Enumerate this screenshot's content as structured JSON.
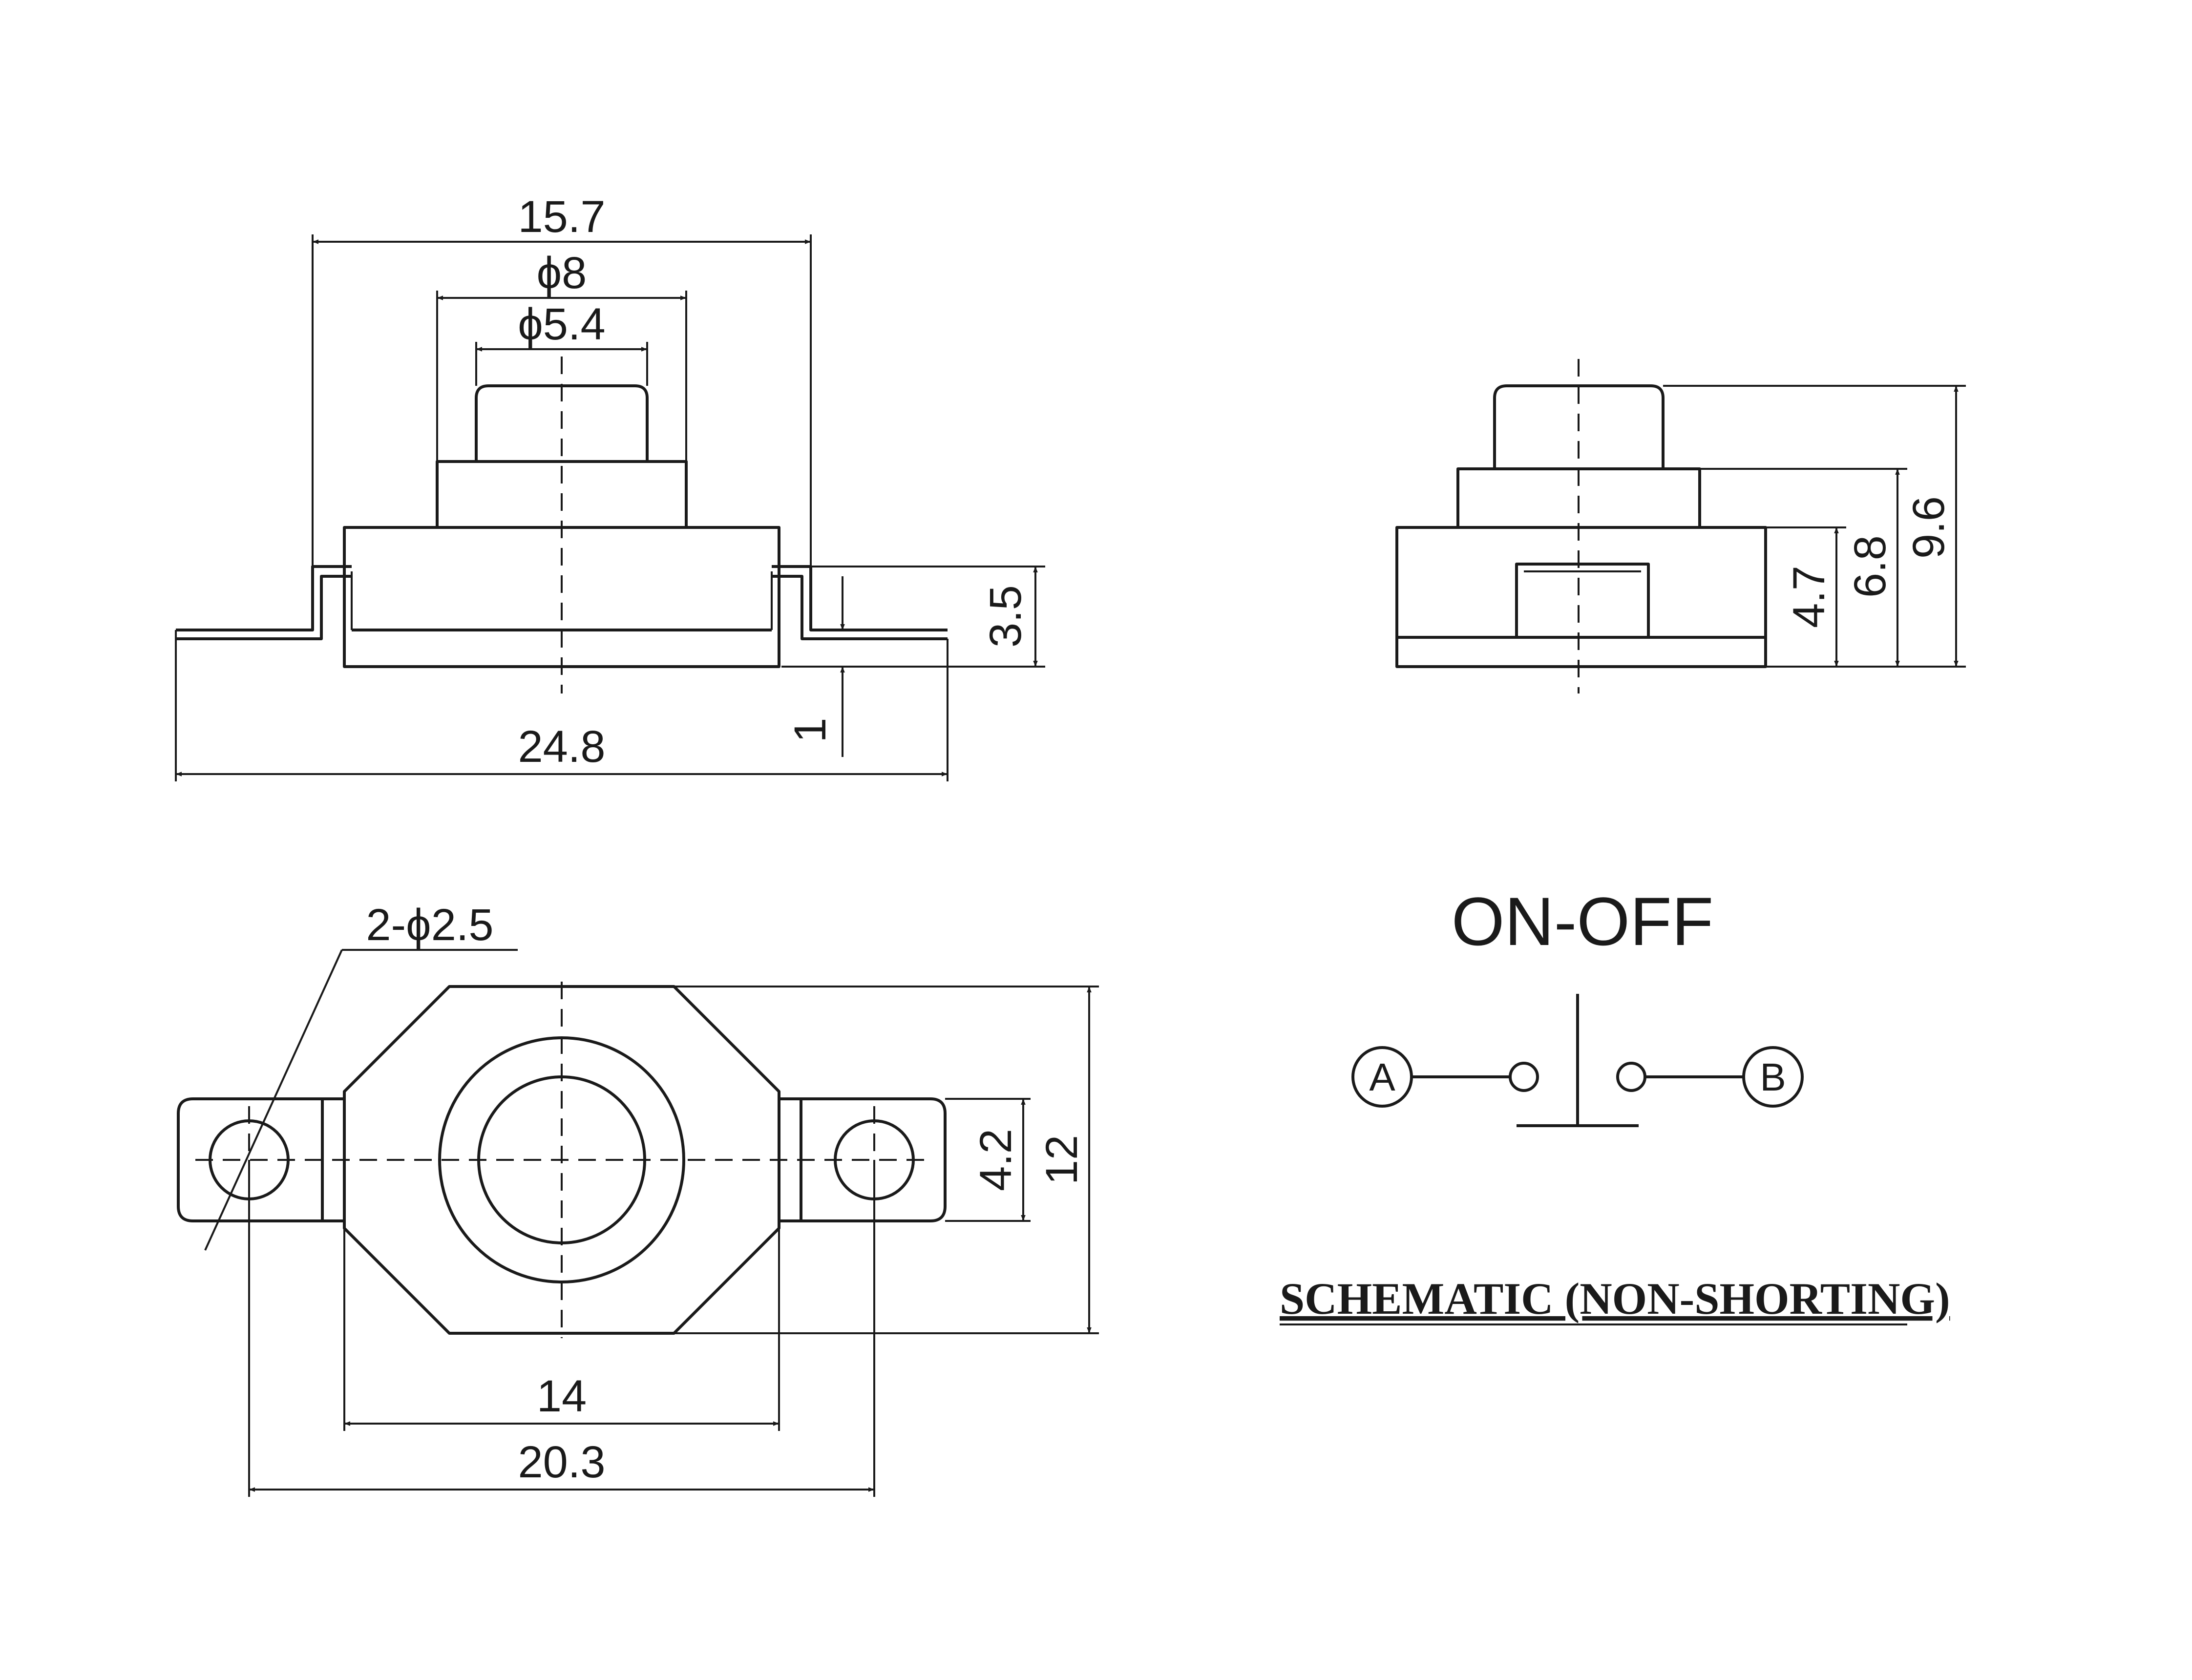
{
  "front_view": {
    "dim_overall_width": "15.7",
    "dim_cap_outer": "ϕ8",
    "dim_cap_inner": "ϕ5.4",
    "dim_total_width": "24.8",
    "dim_body_height": "3.5",
    "dim_terminal_offset": "1"
  },
  "side_view": {
    "dim_body": "4.7",
    "dim_mid": "6.8",
    "dim_total": "9.6"
  },
  "top_view": {
    "dim_holes": "2-ϕ2.5",
    "dim_tab_height": "4.2",
    "dim_body_height": "12",
    "dim_body_width": "14",
    "dim_hole_spacing": "20.3"
  },
  "schematic": {
    "title": "ON-OFF",
    "terminal_a": "A",
    "terminal_b": "B",
    "caption": "SCHEMATIC (NON-SHORTING)"
  }
}
